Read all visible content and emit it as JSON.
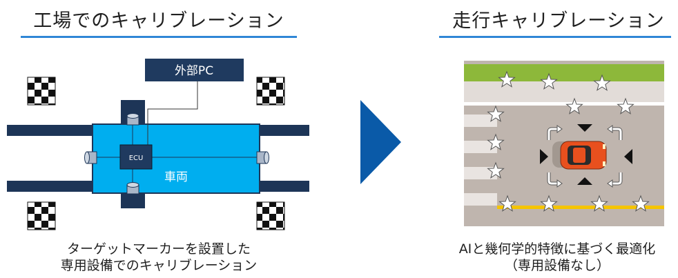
{
  "left_panel": {
    "title": "工場でのキャリブレーション",
    "external_pc_label": "外部PC",
    "ecu_label": "ECU",
    "vehicle_label": "車両",
    "caption_line1": "ターゲットマーカーを設置した",
    "caption_line2": "専用設備でのキャリブレーション"
  },
  "right_panel": {
    "title": "走行キャリブレーション",
    "caption_line1": "AIと幾何学的特徴に基づく最適化",
    "caption_line2": "（専用設備なし）"
  },
  "arrow": {
    "direction": "right",
    "color": "#0a5aa8"
  },
  "colors": {
    "accent_rule": "#2f86d6",
    "vehicle_blue": "#00aeef",
    "pc_box": "#1f3a5f",
    "road": "#bfb5ae",
    "grass": "#8db83a",
    "car_red": "#e8501e",
    "yellow_line": "#f5c400"
  }
}
